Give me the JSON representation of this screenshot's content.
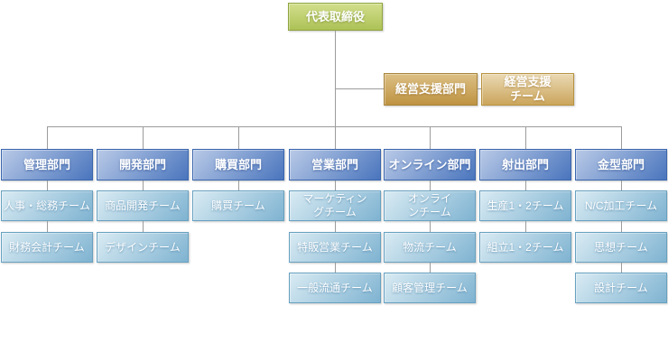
{
  "palette": {
    "line": "#9c9c9c",
    "root_from": "#d2df8c",
    "root_to": "#adc257",
    "root_border": "#8ea43f",
    "gold1_from": "#dcc085",
    "gold1_to": "#bf9342",
    "gold1_border": "#a8843a",
    "gold2_from": "#ead9b3",
    "gold2_to": "#cba55c",
    "gold2_border": "#b8923f",
    "dept_from": "#b9cae7",
    "dept_to": "#4a75bd",
    "dept_border": "#3a66ae",
    "team_from": "#d9ebf3",
    "team_to": "#7fb3d1",
    "team_border": "#67a1c0"
  },
  "org": {
    "root": {
      "label": "代表取締役"
    },
    "staff_department": {
      "label": "経営支援部門"
    },
    "staff_team": {
      "label": "経営支援\nチーム"
    },
    "departments": [
      {
        "label": "管理部門",
        "teams": [
          "人事・総務チーム",
          "財務会計チーム"
        ]
      },
      {
        "label": "開発部門",
        "teams": [
          "商品開発チーム",
          "デザインチーム"
        ]
      },
      {
        "label": "購買部門",
        "teams": [
          "購買チーム"
        ]
      },
      {
        "label": "営業部門",
        "teams": [
          "マーケティン\nグチーム",
          "特販営業チーム",
          "一般流通チーム"
        ]
      },
      {
        "label": "オンライン部門",
        "teams": [
          "オンライ\nンチーム",
          "物流チーム",
          "顧客管理チーム"
        ]
      },
      {
        "label": "射出部門",
        "teams": [
          "生産1・2チーム",
          "組立1・2チーム"
        ]
      },
      {
        "label": "金型部門",
        "teams": [
          "N/C加工チーム",
          "思想チーム",
          "設計チーム"
        ]
      }
    ]
  }
}
